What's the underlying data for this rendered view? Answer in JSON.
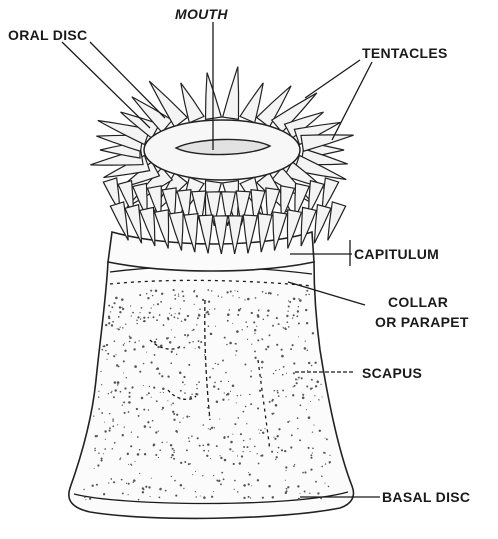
{
  "diagram": {
    "labels": {
      "mouth": "MOUTH",
      "oral_disc": "ORAL DISC",
      "tentacles": "TENTACLES",
      "capitulum": "CAPITULUM",
      "collar_line1": "COLLAR",
      "collar_line2": "OR PARAPET",
      "scapus": "SCAPUS",
      "basal_disc": "BASAL DISC"
    }
  }
}
